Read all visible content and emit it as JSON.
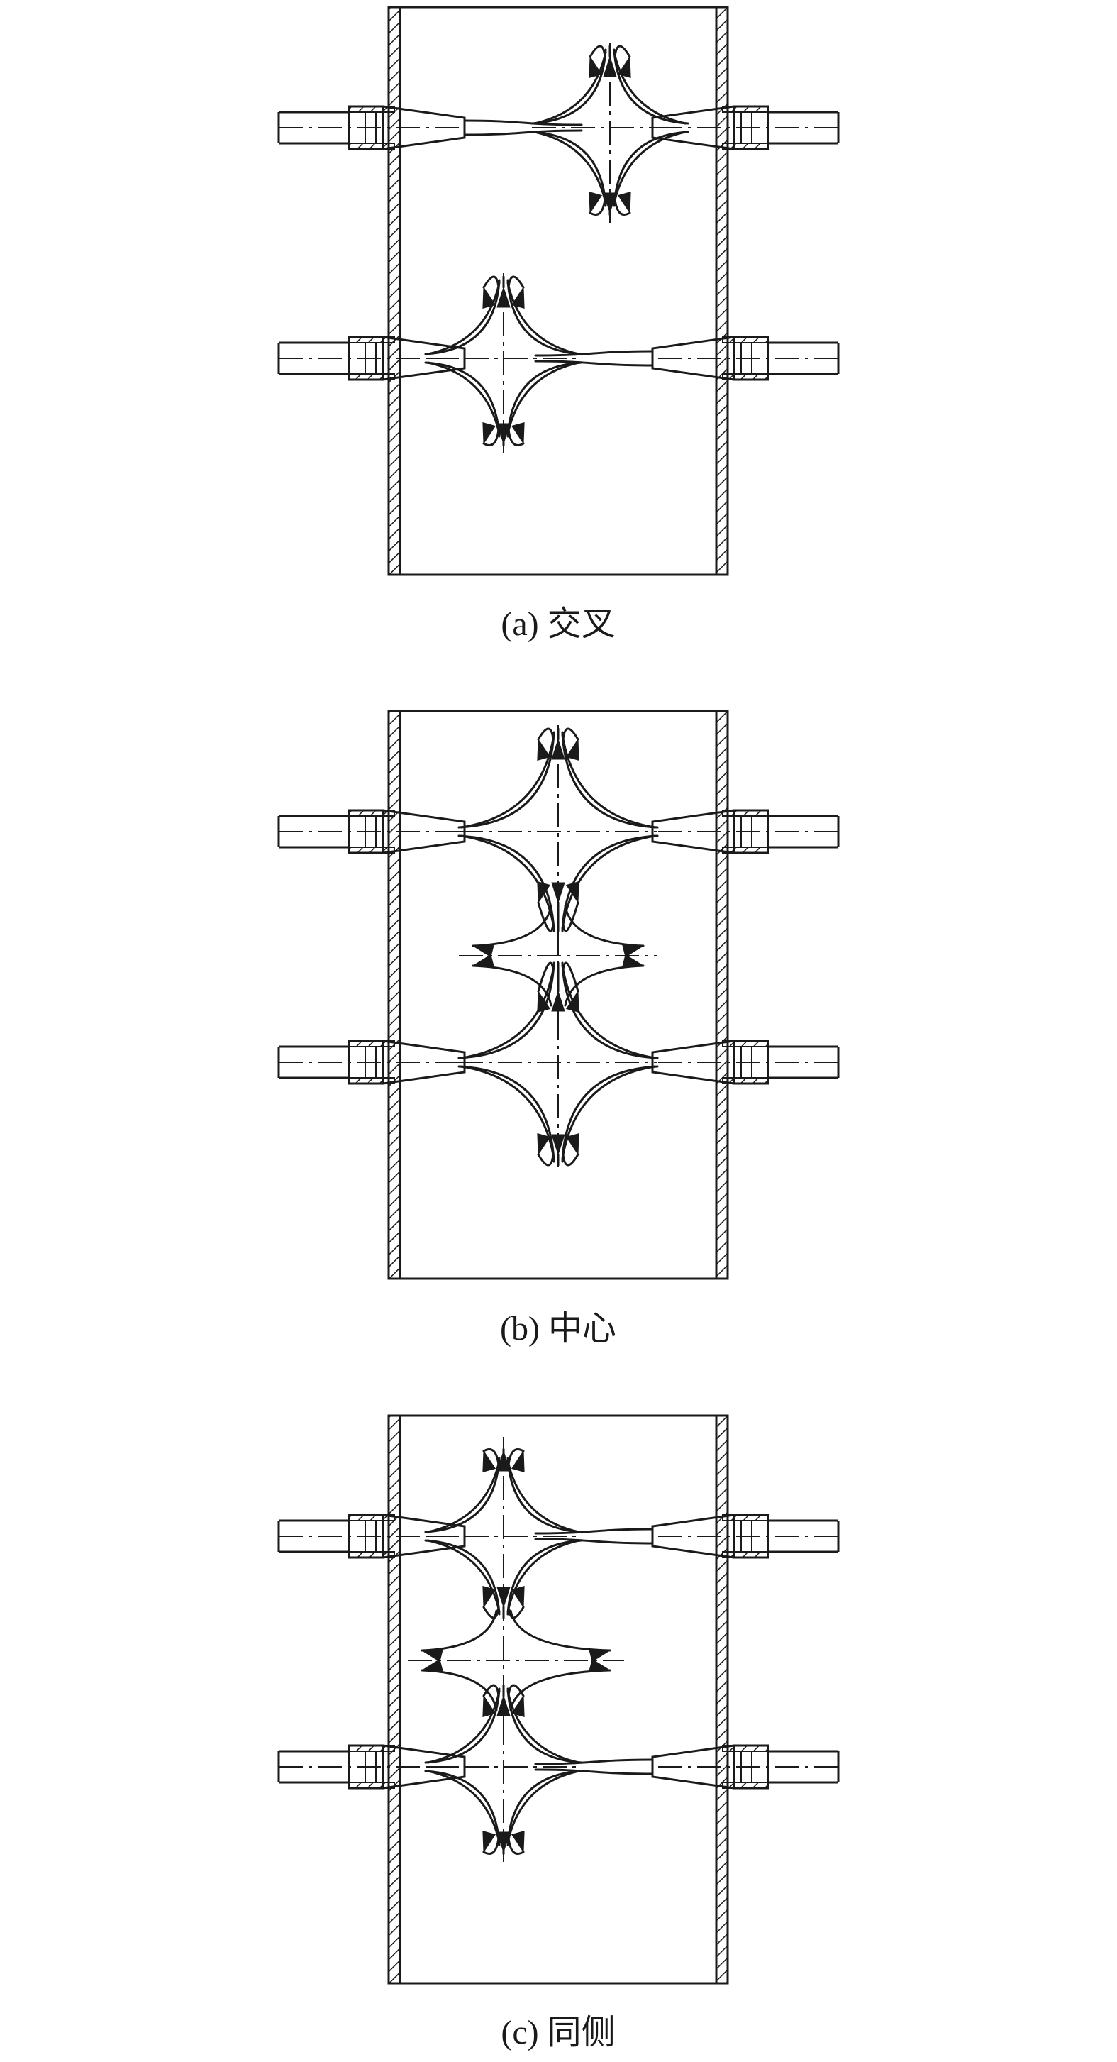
{
  "panels": [
    {
      "id": "a",
      "caption": "(a) 交叉",
      "arrangement": "cross"
    },
    {
      "id": "b",
      "caption": "(b) 中心",
      "arrangement": "center"
    },
    {
      "id": "c",
      "caption": "(c) 同侧",
      "arrangement": "same-side"
    }
  ],
  "colors": {
    "line": "#1a1a1a",
    "background": "#ffffff"
  }
}
